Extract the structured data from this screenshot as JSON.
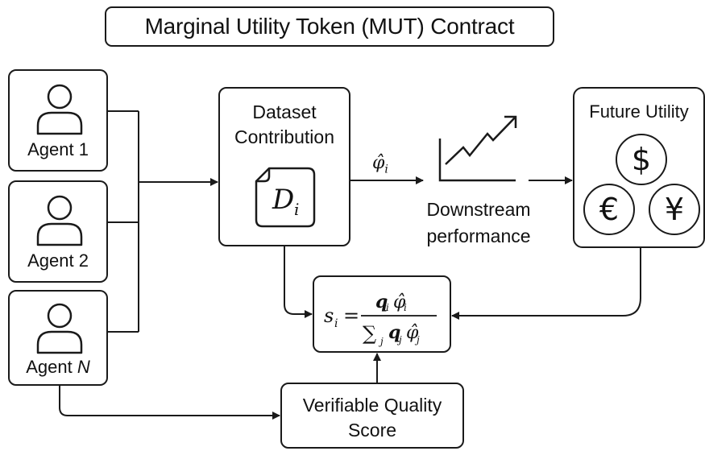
{
  "title": "Marginal Utility Token (MUT) Contract",
  "agents": [
    {
      "prefix": "Agent",
      "suffix": "1",
      "suffix_italic": false
    },
    {
      "prefix": "Agent",
      "suffix": "2",
      "suffix_italic": false
    },
    {
      "prefix": "Agent",
      "suffix": "N",
      "suffix_italic": true
    }
  ],
  "dataset": {
    "line1": "Dataset",
    "line2": "Contribution",
    "symbol": "D",
    "symbol_sub": "i"
  },
  "phi_label": {
    "base": "φ̂",
    "sub": "i"
  },
  "downstream": {
    "line1": "Downstream",
    "line2": "performance"
  },
  "future": {
    "title": "Future Utility",
    "coins": [
      "$",
      "€",
      "¥"
    ]
  },
  "formula": {
    "lhs": "s",
    "lhs_sub": "i",
    "numerator_q": "q",
    "numerator_phi": "φ̂",
    "sub_i": "i",
    "sum": "∑",
    "sub_j": "j",
    "den_q": "q",
    "den_phi": "φ̂"
  },
  "quality": {
    "line1": "Verifiable Quality",
    "line2": "Score"
  },
  "icons": [
    "person-icon",
    "document-icon",
    "trend-chart-icon",
    "dollar-coin-icon",
    "euro-coin-icon",
    "yen-coin-icon"
  ]
}
